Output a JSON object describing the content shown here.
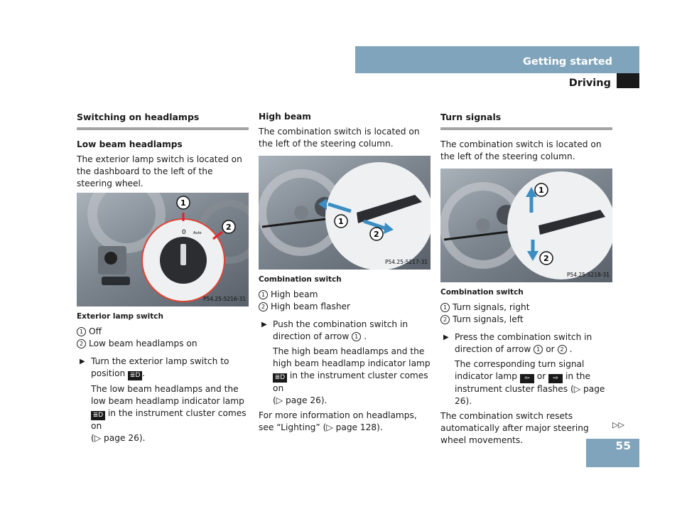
{
  "header": {
    "title": "Getting started",
    "subtitle": "Driving"
  },
  "page_number": "55",
  "continue_mark": "▷▷",
  "col1": {
    "section_title": "Switching on headlamps",
    "subheading": "Low beam headlamps",
    "intro": "The exterior lamp switch is located on the dashboard to the left of the steering wheel.",
    "figure": {
      "code": "P54.25-5216-31",
      "switch_zero": "0",
      "switch_auto": "Auto"
    },
    "caption": "Exterior lamp switch",
    "legend": [
      {
        "n": "1",
        "text": "Off"
      },
      {
        "n": "2",
        "text": "Low beam headlamps on"
      }
    ],
    "step_a": "Turn the exterior lamp switch to position",
    "step_b": ".",
    "info_a": "The low beam headlamps and the low beam headlamp indicator lamp",
    "info_b": "in the instrument cluster comes on",
    "info_ref": "(▷ page 26)."
  },
  "col2": {
    "subheading": "High beam",
    "intro": "The combination switch is located on the left of the steering column.",
    "figure": {
      "code": "P54.25-5217-31"
    },
    "caption": "Combination switch",
    "legend": [
      {
        "n": "1",
        "text": "High beam"
      },
      {
        "n": "2",
        "text": "High beam flasher"
      }
    ],
    "step_a": "Push the combination switch in direction of arrow",
    "step_b": ".",
    "info_a": "The high beam headlamps and the high beam headlamp indicator lamp",
    "info_b": "in the instrument cluster comes on",
    "info_ref": "(▷ page 26).",
    "more": "For more information on headlamps, see “Lighting” (▷ page 128)."
  },
  "col3": {
    "section_title": "Turn signals",
    "intro": "The combination switch is located on the left of the steering column.",
    "figure": {
      "code": "P54.25-5218-31"
    },
    "caption": "Combination switch",
    "legend": [
      {
        "n": "1",
        "text": "Turn signals, right"
      },
      {
        "n": "2",
        "text": "Turn signals, left"
      }
    ],
    "step_a": "Press the combination switch in direction of arrow",
    "step_or": "or",
    "step_b": ".",
    "info_a": "The corresponding turn signal indicator lamp",
    "info_or": "or",
    "info_b": "in the instrument cluster flashes (▷ page 26).",
    "reset": "The combination switch resets automatically after major steering wheel movements."
  },
  "colors": {
    "accent": "#7fa4bc",
    "rule": "#a3a3a3",
    "marker": "#e8202a",
    "arrow": "#3b8ec2"
  }
}
